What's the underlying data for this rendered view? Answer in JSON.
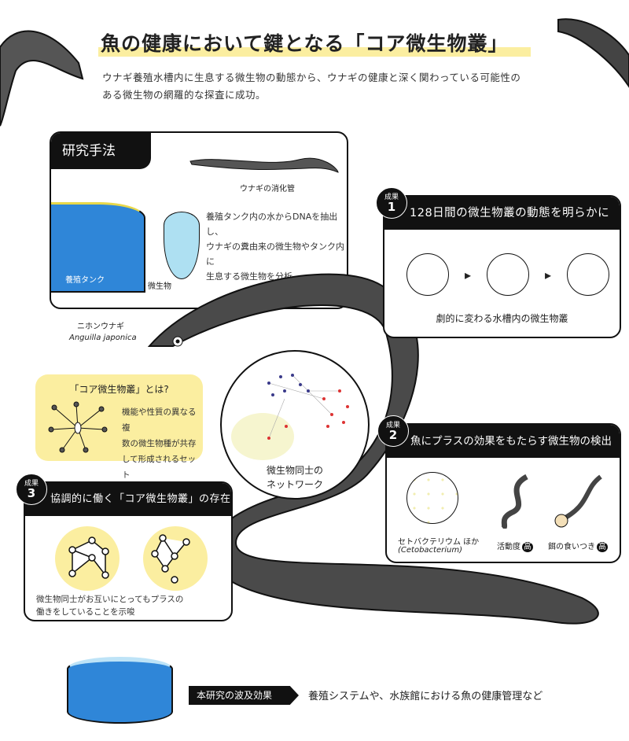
{
  "title": "魚の健康において鍵となる「コア微生物叢」",
  "subtitle": [
    "ウナギ養殖水槽内に生息する微生物の動態から、ウナギの健康と深く関わっている可能性の",
    "ある微生物の網羅的な探査に成功。"
  ],
  "method": {
    "label": "研究手法",
    "gut_label": "ウナギの消化管",
    "tank_label": "養殖タンク",
    "microbe_label": "微生物",
    "desc": [
      "養殖タンク内の水からDNAを抽出し、",
      "ウナギの糞由来の微生物やタンク内に",
      "生息する微生物を分析"
    ]
  },
  "species": {
    "jp": "ニホンウナギ",
    "latin": "Anguilla japonica"
  },
  "result_badge": "成果",
  "result1": {
    "num": "1",
    "title": "128日間の微生物叢の動態を明らかに",
    "caption": "劇的に変わる水槽内の微生物叢"
  },
  "core": {
    "title": "「コア微生物叢」とは?",
    "desc": [
      "機能や性質の異なる複",
      "数の微生物種が共存",
      "して形成されるセット"
    ]
  },
  "network": {
    "label": [
      "微生物同士の",
      "ネットワーク"
    ]
  },
  "result2": {
    "num": "2",
    "title": "魚にプラスの効果をもたらす微生物の検出",
    "bacteria_label": "セトバクテリウム ほか",
    "bacteria_latin": "(Cetobacterium)",
    "activity": "活動度",
    "appetite": "餌の食いつき",
    "high": "高"
  },
  "result3": {
    "num": "3",
    "title": "協調的に働く「コア微生物叢」の存在",
    "desc": [
      "微生物同士がお互いにとってもプラスの",
      "働きをしていることを示唆"
    ]
  },
  "impact": {
    "label": "本研究の波及効果",
    "text": "養殖システムや、水族館における魚の健康管理など"
  },
  "colors": {
    "yellow": "#fbeea0",
    "tank_blue": "#2f86d8",
    "eel_gray": "#4a4a4a",
    "black": "#111111"
  }
}
